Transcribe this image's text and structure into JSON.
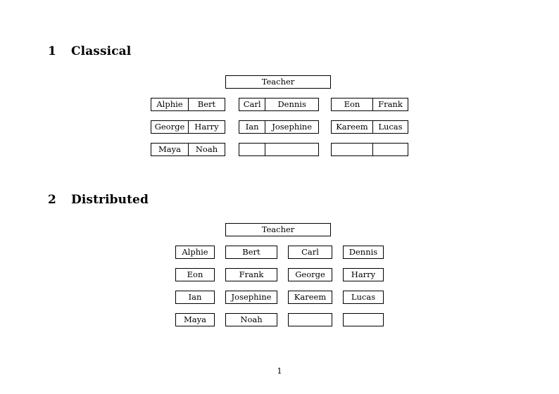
{
  "document": {
    "page_number": "1"
  },
  "sections": [
    {
      "number": "1",
      "title": "Classical",
      "teacher_label": "Teacher"
    },
    {
      "number": "2",
      "title": "Distributed",
      "teacher_label": "Teacher"
    }
  ],
  "classical": {
    "groups": [
      {
        "rows": [
          [
            "Alphie",
            "Bert"
          ],
          [
            "George",
            "Harry"
          ],
          [
            "Maya",
            "Noah"
          ]
        ]
      },
      {
        "rows": [
          [
            "Carl",
            "Dennis"
          ],
          [
            "Ian",
            "Josephine"
          ],
          [
            "",
            ""
          ]
        ]
      },
      {
        "rows": [
          [
            "Eon",
            "Frank"
          ],
          [
            "Kareem",
            "Lucas"
          ],
          [
            "",
            ""
          ]
        ]
      }
    ]
  },
  "distributed": {
    "rows": [
      [
        "Alphie",
        "Bert",
        "Carl",
        "Dennis"
      ],
      [
        "Eon",
        "Frank",
        "George",
        "Harry"
      ],
      [
        "Ian",
        "Josephine",
        "Kareem",
        "Lucas"
      ],
      [
        "Maya",
        "Noah",
        "",
        ""
      ]
    ]
  }
}
